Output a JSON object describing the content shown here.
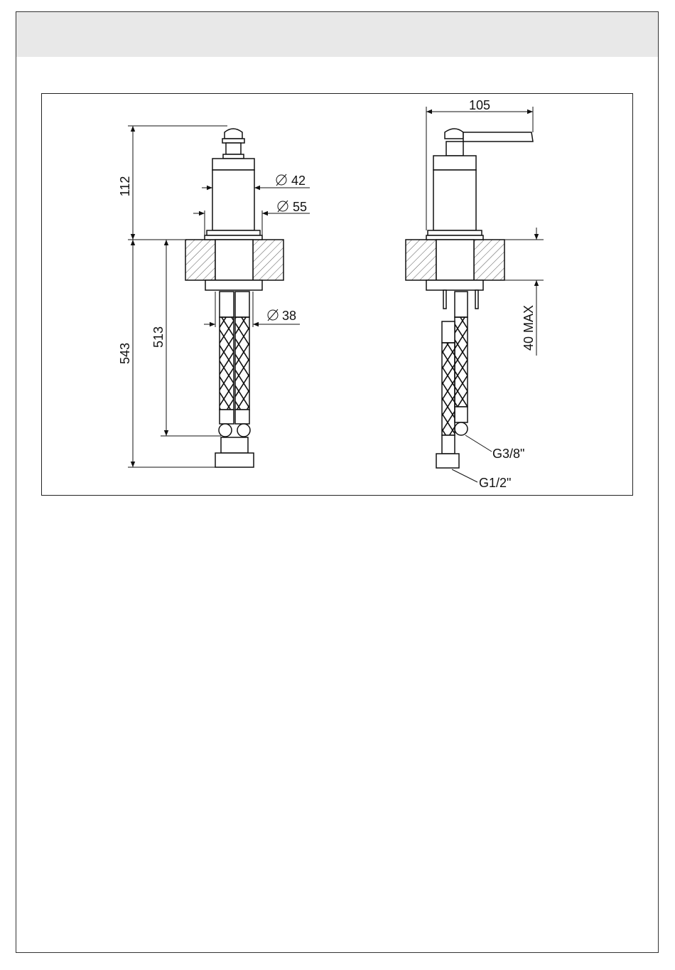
{
  "drawing": {
    "front_view": {
      "height_above_deck": "112",
      "total_height": "543",
      "hose_length": "513",
      "body_diameter": "42",
      "flange_diameter": "55",
      "shank_diameter": "38"
    },
    "side_view": {
      "spout_reach": "105",
      "max_deck_thickness": "40 MAX",
      "thread_small": "G3/8\"",
      "thread_large": "G1/2\""
    }
  },
  "colors": {
    "line": "#111111",
    "band": "#e8e8e8"
  }
}
